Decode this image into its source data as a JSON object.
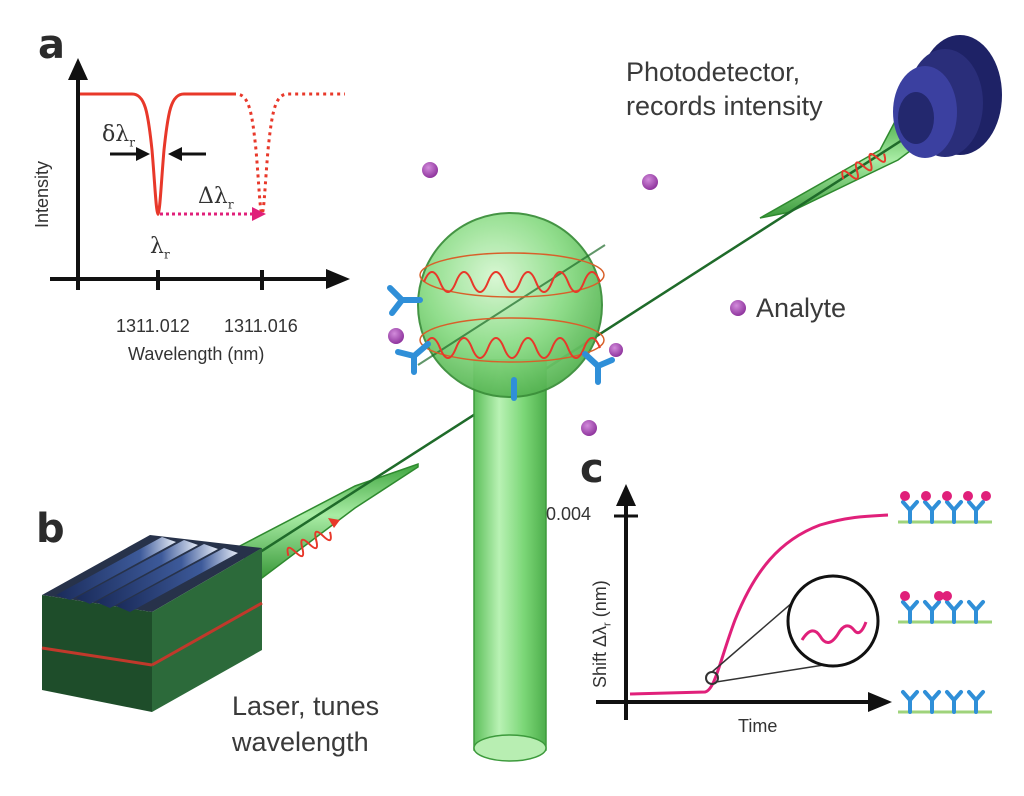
{
  "panels": {
    "a": "a",
    "b": "b",
    "c": "c"
  },
  "labels": {
    "photodetector_line1": "Photodetector,",
    "photodetector_line2": "records intensity",
    "analyte": "Analyte",
    "laser_line1": "Laser, tunes",
    "laser_line2": "wavelength"
  },
  "panel_a": {
    "y_axis_label": "Intensity",
    "x_axis_label": "Wavelength (nm)",
    "tick_1": "1311.012",
    "tick_2": "1311.016",
    "lambda_symbol": "λ",
    "delta_small": "δλ",
    "delta_big": "Δλ",
    "subscript": "r"
  },
  "panel_c": {
    "y_axis_label": "Shift Δλ",
    "y_axis_unit": "(nm)",
    "y_tick": "0.004",
    "x_axis_label": "Time",
    "subscript": "r"
  },
  "colors": {
    "resonance_red": "#e8382a",
    "shift_magenta": "#e0207a",
    "fiber_green": "#6ccf6a",
    "sphere_green": "#8fe08a",
    "detector_navy": "#2a2e7a",
    "analyte_purple": "#a447b0",
    "antibody_blue": "#2f8fd8",
    "substrate_green": "#9fd37b"
  }
}
